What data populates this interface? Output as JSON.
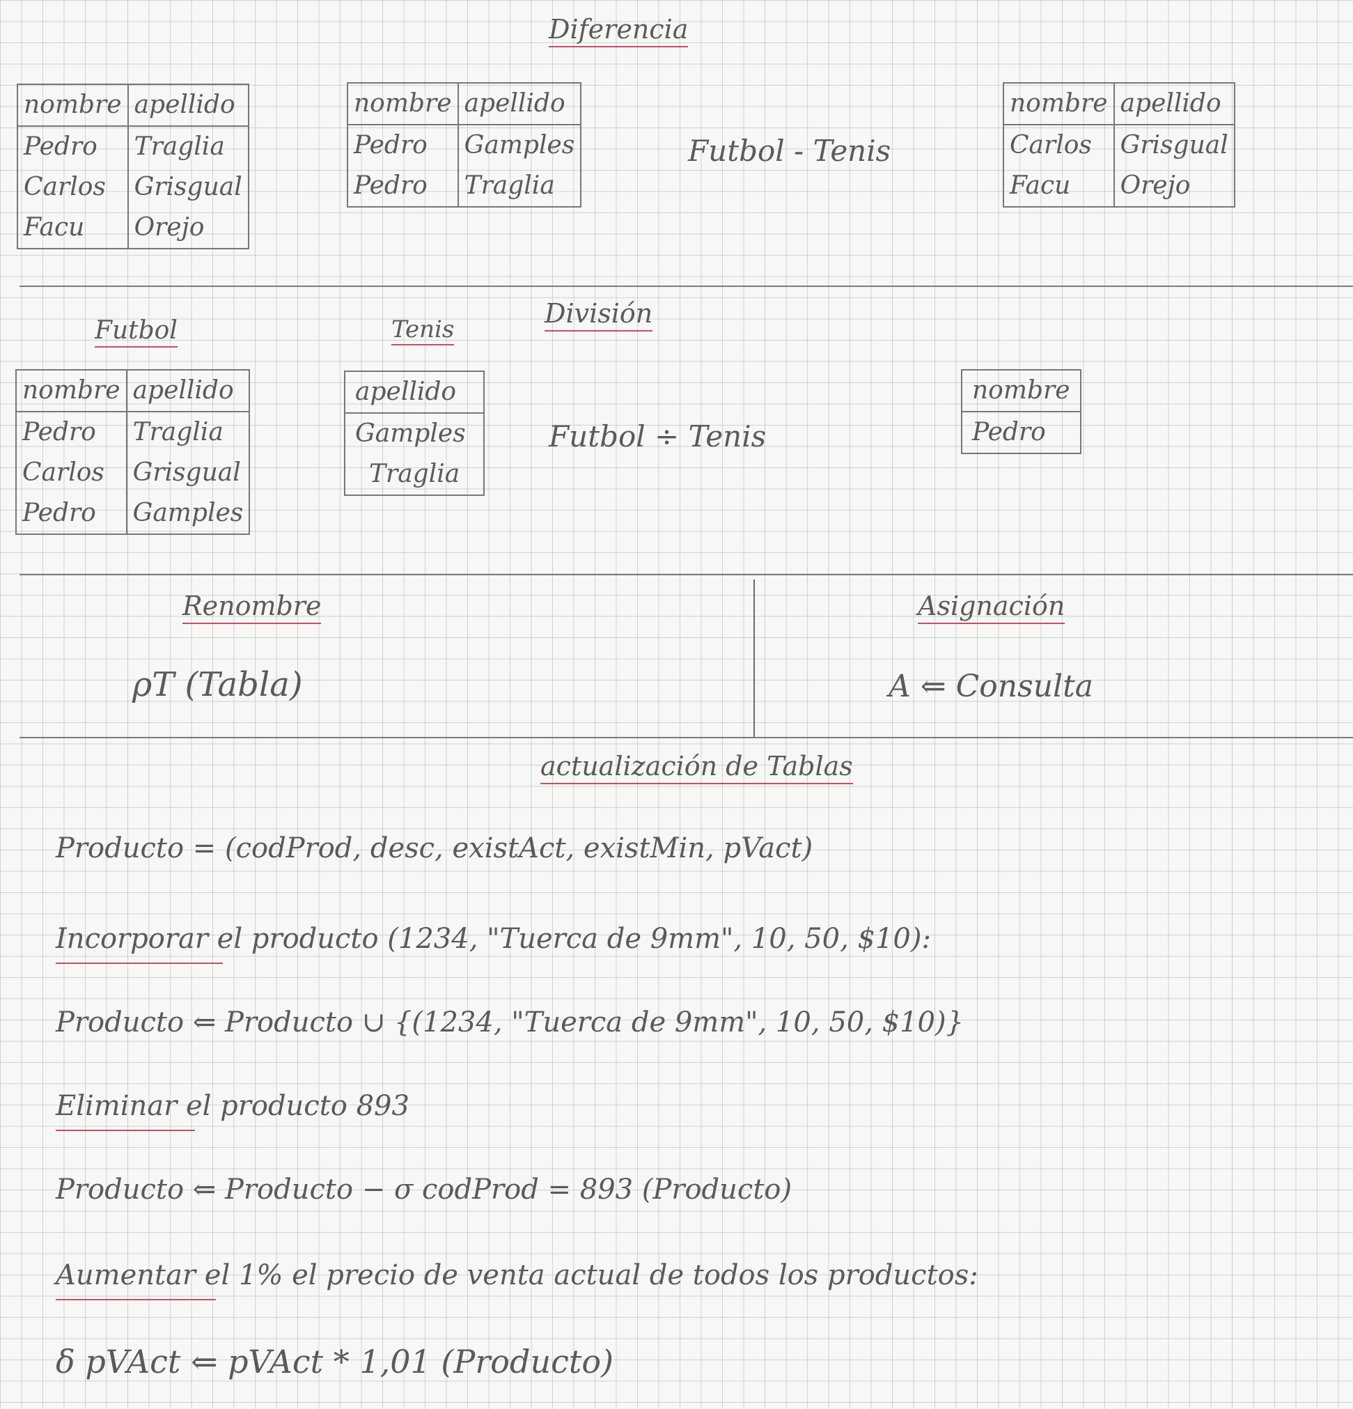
{
  "diferencia": {
    "title": "Diferencia",
    "table_left": {
      "headers": [
        "nombre",
        "apellido"
      ],
      "rows": [
        [
          "Pedro",
          "Traglia"
        ],
        [
          "Carlos",
          "Grisgual"
        ],
        [
          "Facu",
          "Orejo"
        ]
      ]
    },
    "table_mid": {
      "headers": [
        "nombre",
        "apellido"
      ],
      "rows": [
        [
          "Pedro",
          "Gamples"
        ],
        [
          "Pedro",
          "Traglia"
        ]
      ]
    },
    "expression": "Futbol - Tenis",
    "table_result": {
      "headers": [
        "nombre",
        "apellido"
      ],
      "rows": [
        [
          "Carlos",
          "Grisgual"
        ],
        [
          "Facu",
          "Orejo"
        ]
      ]
    }
  },
  "division": {
    "title": "División",
    "futbol_label": "Futbol",
    "tenis_label": "Tenis",
    "table_futbol": {
      "headers": [
        "nombre",
        "apellido"
      ],
      "rows": [
        [
          "Pedro",
          "Traglia"
        ],
        [
          "Carlos",
          "Grisgual"
        ],
        [
          "Pedro",
          "Gamples"
        ]
      ]
    },
    "table_tenis": {
      "headers": [
        "apellido"
      ],
      "rows": [
        [
          "Gamples"
        ],
        [
          "Traglia"
        ]
      ]
    },
    "expression": "Futbol ÷ Tenis",
    "table_result": {
      "headers": [
        "nombre"
      ],
      "rows": [
        [
          "Pedro"
        ]
      ]
    }
  },
  "renombre": {
    "title": "Renombre",
    "expression": "ρT (Tabla)"
  },
  "asignacion": {
    "title": "Asignación",
    "expression": "A ⇐ Consulta"
  },
  "actualizacion": {
    "title": "actualización de Tablas",
    "lines": [
      "Producto = (codProd, desc, existAct, existMin, pVact)",
      "Incorporar el producto (1234, \"Tuerca de 9mm\", 10, 50, $10):",
      "Producto ⇐ Producto ∪ {(1234, \"Tuerca de 9mm\", 10, 50, $10)}",
      "Eliminar el producto 893",
      "Producto ⇐ Producto − σ codProd = 893 (Producto)",
      "Aumentar el 1% el precio de venta actual de todos los productos:",
      "δ pVAct ⇐ pVAct * 1,01 (Producto)"
    ],
    "underlined_words": [
      "Incorporar",
      "Eliminar",
      "Aumentar"
    ]
  }
}
